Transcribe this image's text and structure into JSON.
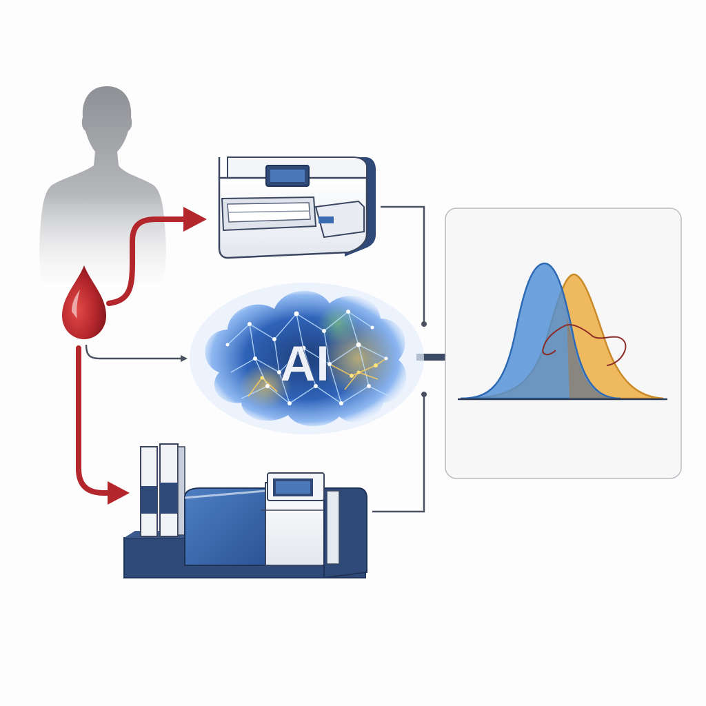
{
  "diagram": {
    "center_label": "AI",
    "nodes": [
      {
        "id": "patient",
        "icon": "person-silhouette-icon"
      },
      {
        "id": "blood-sample",
        "icon": "blood-drop-icon"
      },
      {
        "id": "benchtop-analyzer",
        "icon": "benchtop-analyzer-icon"
      },
      {
        "id": "ai-network",
        "icon": "neural-network-cloud-icon"
      },
      {
        "id": "mass-spectrometer",
        "icon": "mass-spectrometer-icon"
      },
      {
        "id": "distribution-chart",
        "icon": "overlapping-distributions-icon"
      }
    ],
    "flows": [
      {
        "from": "blood-sample",
        "to": "benchtop-analyzer"
      },
      {
        "from": "blood-sample",
        "to": "ai-network"
      },
      {
        "from": "blood-sample",
        "to": "mass-spectrometer"
      },
      {
        "from": "benchtop-analyzer",
        "to": "distribution-chart"
      },
      {
        "from": "ai-network",
        "to": "distribution-chart"
      },
      {
        "from": "mass-spectrometer",
        "to": "distribution-chart"
      }
    ]
  },
  "colors": {
    "blood_red": "#b3262c",
    "machine_navy": "#2f4a78",
    "machine_blue": "#3d6bb0",
    "connector_gray": "#4a5160",
    "silhouette_gray": "#9a9ca1",
    "curve_blue": "#4f8fd6",
    "curve_orange": "#eeb04a",
    "ai_glow": "#3a7de0"
  }
}
